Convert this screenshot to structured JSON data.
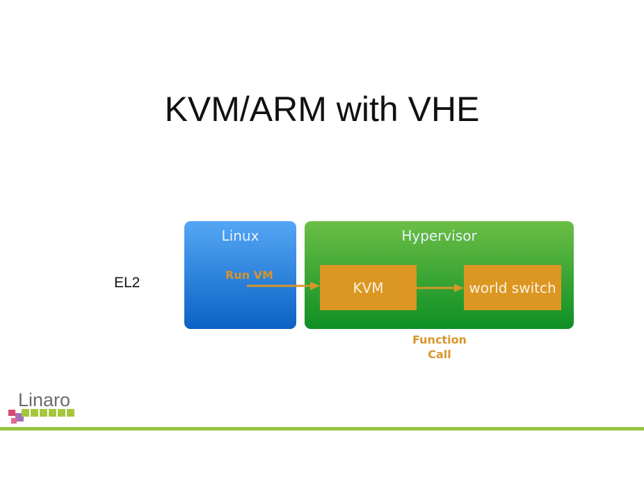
{
  "slide": {
    "title": "KVM/ARM with VHE",
    "exception_level": "EL2"
  },
  "diagram": {
    "linux_box": {
      "label": "Linux",
      "color_top": "#55a6f4",
      "color_bottom": "#0a62c4"
    },
    "hypervisor_box": {
      "label": "Hypervisor",
      "color_top": "#6cbe45",
      "color_bottom": "#0d8f25"
    },
    "kvm_box": {
      "label": "KVM",
      "color": "#dc9723"
    },
    "world_switch_box": {
      "label": "world switch",
      "color": "#dc9723"
    },
    "arrow_run_vm": {
      "label": "Run VM",
      "from": "Linux",
      "to": "KVM"
    },
    "arrow_function_call": {
      "label_line1": "Function",
      "label_line2": "Call",
      "from": "KVM",
      "to": "world switch"
    },
    "accent_color": "#d6962a"
  },
  "footer": {
    "logo_text": "Linaro",
    "line_color": "#97c43e"
  }
}
